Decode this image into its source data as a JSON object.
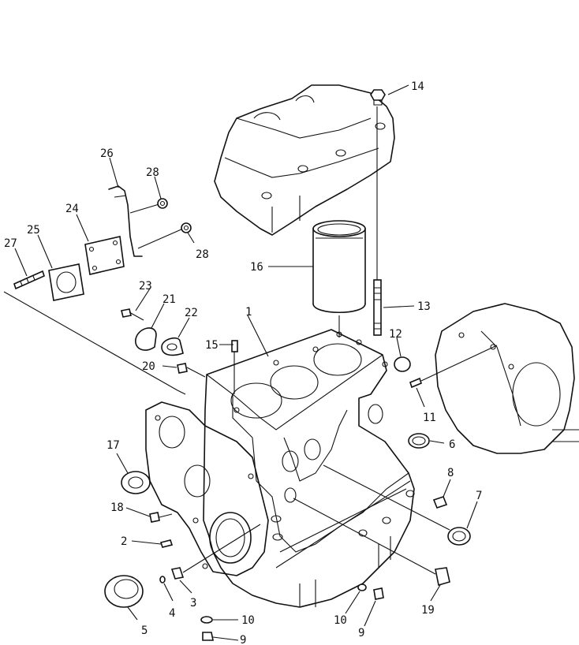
{
  "callouts": {
    "c1": "1",
    "c2": "2",
    "c3": "3",
    "c4": "4",
    "c5": "5",
    "c6": "6",
    "c7": "7",
    "c8": "8",
    "c9a": "9",
    "c9b": "9",
    "c10a": "10",
    "c10b": "10",
    "c11": "11",
    "c12": "12",
    "c13": "13",
    "c14": "14",
    "c15": "15",
    "c16": "16",
    "c17": "17",
    "c18": "18",
    "c19": "19",
    "c20": "20",
    "c21": "21",
    "c22": "22",
    "c23": "23",
    "c24": "24",
    "c25": "25",
    "c26": "26",
    "c27": "27",
    "c28a": "28",
    "c28b": "28"
  }
}
